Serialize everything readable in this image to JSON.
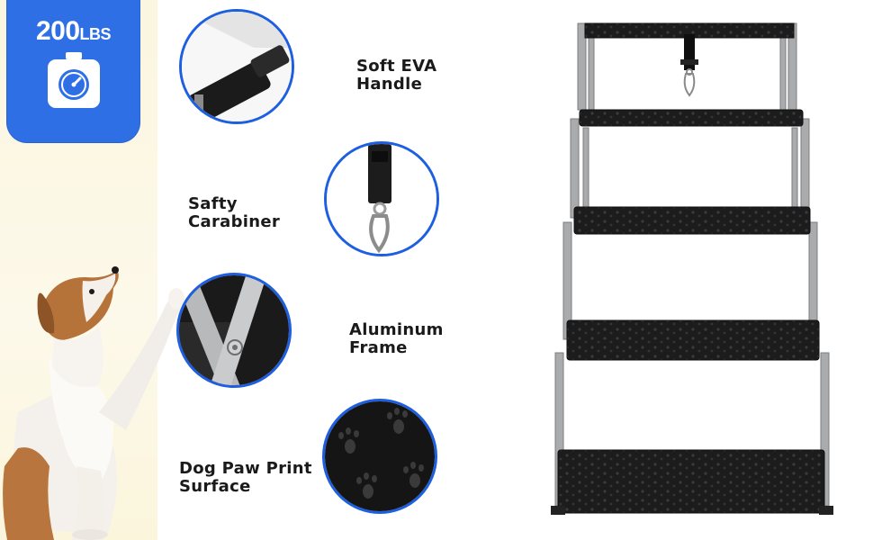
{
  "badge": {
    "value": "200",
    "unit": "LBS",
    "icon": "weight-scale-icon",
    "color": "#2f6fe6"
  },
  "features": [
    {
      "id": "handle",
      "lines": [
        "Soft EVA",
        "Handle"
      ],
      "icon": "eva-handle-closeup"
    },
    {
      "id": "carabiner",
      "lines": [
        "Safty",
        "Carabiner"
      ],
      "icon": "carabiner-closeup"
    },
    {
      "id": "frame",
      "lines": [
        "Aluminum",
        "Frame"
      ],
      "icon": "aluminum-frame-closeup"
    },
    {
      "id": "surface",
      "lines": [
        "Dog Paw Print",
        "Surface"
      ],
      "icon": "paw-print-surface-closeup"
    }
  ],
  "colors": {
    "accent_circle": "#1d5fe0",
    "panel_background": "#fbf6df",
    "tread": "#1c1c1c",
    "frame": "#a9abad"
  }
}
